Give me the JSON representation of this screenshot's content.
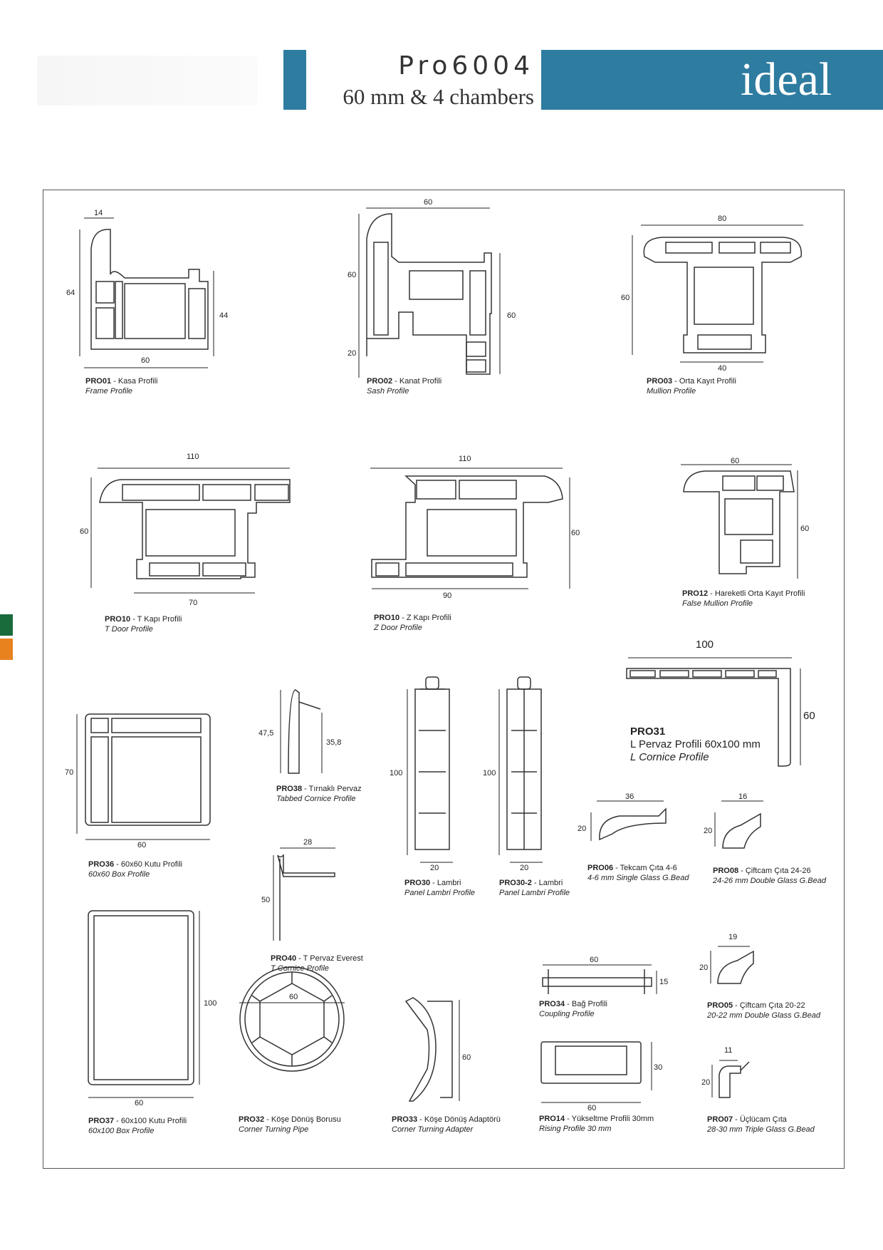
{
  "header": {
    "title": "Pro6004",
    "subtitle": "60 mm & 4 chambers",
    "brand": "ideal"
  },
  "profiles": [
    {
      "code": "PRO01",
      "tr": "Kasa Profili",
      "en": "Frame Profile"
    },
    {
      "code": "PRO02",
      "tr": "Kanat Profili",
      "en": "Sash Profile"
    },
    {
      "code": "PRO03",
      "tr": "Orta Kayıt Profili",
      "en": "Mullion Profile"
    },
    {
      "code": "PRO10",
      "tr": "T Kapı Profili",
      "en": "T Door Profile"
    },
    {
      "code": "PRO10",
      "tr": "Z Kapı Profili",
      "en": "Z Door Profile"
    },
    {
      "code": "PRO12",
      "tr": "Hareketli Orta Kayıt Profili",
      "en": "False Mullion Profile"
    },
    {
      "code": "PRO31",
      "tr": "L Pervaz Profili 60x100 mm",
      "en": "L Cornice Profile"
    },
    {
      "code": "PRO36",
      "tr": "60x60 Kutu Profili",
      "en": "60x60 Box Profile"
    },
    {
      "code": "PRO38",
      "tr": "Tırnaklı Pervaz",
      "en": "Tabbed Cornice Profile"
    },
    {
      "code": "PRO30",
      "tr": "Lambri",
      "en": "Panel Lambri Profile"
    },
    {
      "code": "PRO30-2",
      "tr": "Lambri",
      "en": "Panel Lambri Profile"
    },
    {
      "code": "PRO06",
      "tr": "Tekcam Çıta 4-6",
      "en": "4-6 mm Single Glass G.Bead"
    },
    {
      "code": "PRO08",
      "tr": "Çiftcam Çıta 24-26",
      "en": "24-26 mm Double Glass G.Bead"
    },
    {
      "code": "PRO40",
      "tr": "T Pervaz Everest",
      "en": "T Cornice Profile"
    },
    {
      "code": "PRO37",
      "tr": "60x100 Kutu Profili",
      "en": "60x100 Box Profile"
    },
    {
      "code": "PRO32",
      "tr": "Köşe Dönüş Borusu",
      "en": "Corner Turning Pipe"
    },
    {
      "code": "PRO33",
      "tr": "Köşe Dönüş Adaptörü",
      "en": "Corner Turning Adapter"
    },
    {
      "code": "PRO34",
      "tr": "Bağ Profili",
      "en": "Coupling Profile"
    },
    {
      "code": "PRO14",
      "tr": "Yükseltme Profili 30mm",
      "en": "Rising Profile 30 mm"
    },
    {
      "code": "PRO05",
      "tr": "Çiftcam Çıta 20-22",
      "en": "20-22 mm Double Glass G.Bead"
    },
    {
      "code": "PRO07",
      "tr": "Üçlücam Çıta",
      "en": "28-30 mm Triple Glass G.Bead"
    }
  ],
  "dims": {
    "p01": [
      "14",
      "64",
      "44",
      "60"
    ],
    "p02": [
      "60",
      "60",
      "20",
      "60"
    ],
    "p03": [
      "80",
      "60",
      "40"
    ],
    "p10t": [
      "110",
      "60",
      "70"
    ],
    "p10z": [
      "110",
      "60",
      "90"
    ],
    "p12": [
      "60",
      "60"
    ],
    "p31": [
      "100",
      "60"
    ],
    "p36": [
      "70",
      "60"
    ],
    "p38": [
      "47,5",
      "35,8"
    ],
    "p30": [
      "100",
      "20"
    ],
    "p302": [
      "100",
      "20"
    ],
    "p06": [
      "36",
      "20"
    ],
    "p08": [
      "16",
      "20"
    ],
    "p40": [
      "28",
      "50"
    ],
    "p37": [
      "100",
      "60"
    ],
    "p32": [
      "60"
    ],
    "p33": [
      "60"
    ],
    "p34": [
      "60",
      "15"
    ],
    "p14": [
      "30",
      "60"
    ],
    "p05": [
      "19",
      "20"
    ],
    "p07": [
      "11",
      "20"
    ]
  },
  "colors": {
    "accent": "#2e7ca0",
    "side_green": "#1a6b3c",
    "side_orange": "#e8821e"
  }
}
